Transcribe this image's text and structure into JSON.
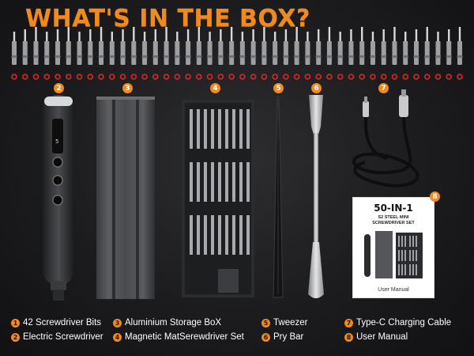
{
  "title": "WHAT'S IN THE BOX?",
  "callouts": [
    "2",
    "3",
    "4",
    "5",
    "6",
    "7",
    "8"
  ],
  "bit_count": 42,
  "manual": {
    "title": "50-IN-1",
    "subtitle_line1": "S2 STEEL MINI",
    "subtitle_line2": "SCREWDRIVER SET",
    "label": "User Manual"
  },
  "screwdriver_display": "5",
  "legend": [
    {
      "num": "1",
      "text": "42 Screwdriver Bits"
    },
    {
      "num": "2",
      "text": "Electric Screwdriver"
    },
    {
      "num": "3",
      "text": "Aluminium Storage BoX"
    },
    {
      "num": "4",
      "text": "Magnetic MatSerewdriver Set"
    },
    {
      "num": "5",
      "text": "Tweezer"
    },
    {
      "num": "6",
      "text": "Pry Bar"
    },
    {
      "num": "7",
      "text": "Type-C Charging Cable"
    },
    {
      "num": "8",
      "text": "User Manual"
    }
  ],
  "colors": {
    "accent": "#f08a1c",
    "marker": "#e0261e",
    "background": "#1c1c1e"
  }
}
